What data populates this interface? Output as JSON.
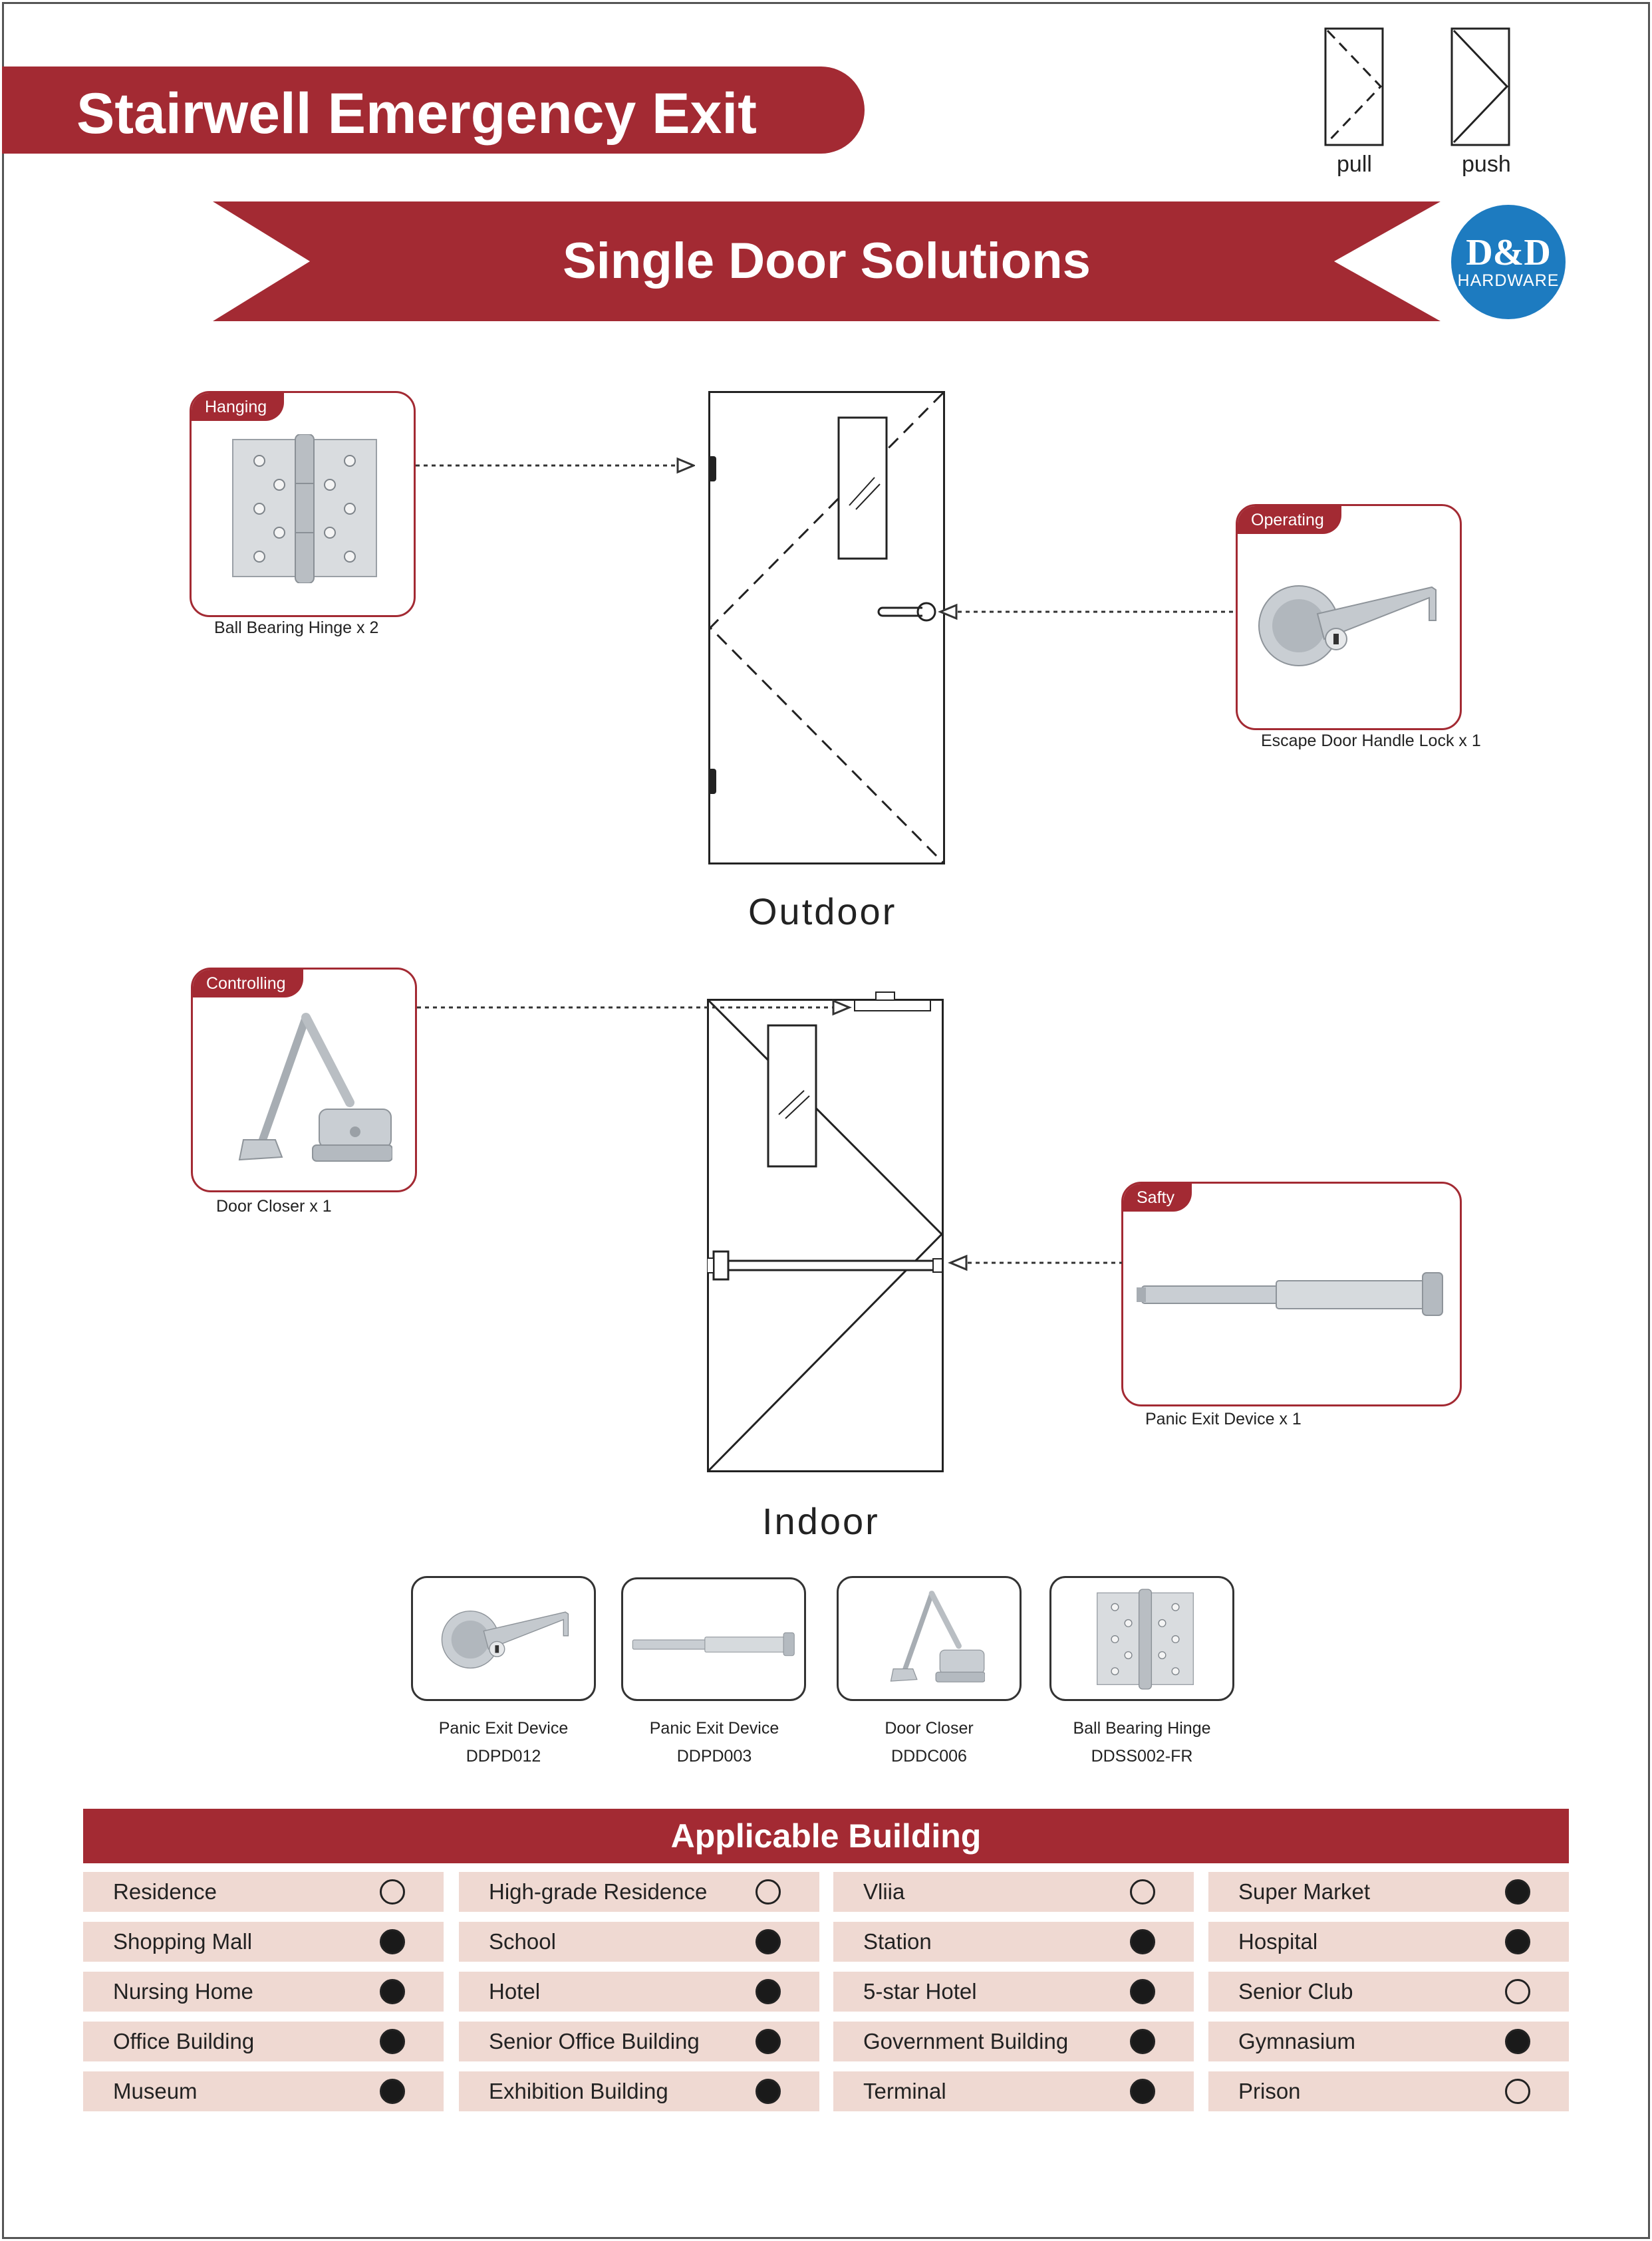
{
  "header": {
    "title": "Stairwell Emergency Exit",
    "pull_label": "pull",
    "push_label": "push"
  },
  "ribbon": {
    "title": "Single Door Solutions"
  },
  "logo": {
    "line1": "D&D",
    "line2": "HARDWARE"
  },
  "outdoor": {
    "label": "Outdoor",
    "hanging": {
      "tag": "Hanging",
      "caption": "Ball Bearing Hinge x 2"
    },
    "operating": {
      "tag": "Operating",
      "caption": "Escape Door Handle Lock  x 1"
    }
  },
  "indoor": {
    "label": "Indoor",
    "controlling": {
      "tag": "Controlling",
      "caption": "Door Closer x 1"
    },
    "safety": {
      "tag": "Safty",
      "caption": "Panic Exit Device x 1"
    }
  },
  "products": [
    {
      "name": "Panic Exit Device",
      "code": "DDPD012",
      "icon": "lever-handle-icon"
    },
    {
      "name": "Panic Exit Device",
      "code": "DDPD003",
      "icon": "panic-bar-icon"
    },
    {
      "name": "Door Closer",
      "code": "DDDC006",
      "icon": "door-closer-icon"
    },
    {
      "name": "Ball Bearing Hinge",
      "code": "DDSS002-FR",
      "icon": "hinge-icon"
    }
  ],
  "applicable": {
    "title": "Applicable Building",
    "rows": [
      [
        {
          "name": "Residence",
          "applicable": false
        },
        {
          "name": "High-grade Residence",
          "applicable": false
        },
        {
          "name": "Vliia",
          "applicable": false
        },
        {
          "name": "Super Market",
          "applicable": true
        }
      ],
      [
        {
          "name": "Shopping Mall",
          "applicable": true
        },
        {
          "name": "School",
          "applicable": true
        },
        {
          "name": "Station",
          "applicable": true
        },
        {
          "name": "Hospital",
          "applicable": true
        }
      ],
      [
        {
          "name": "Nursing Home",
          "applicable": true
        },
        {
          "name": "Hotel",
          "applicable": true
        },
        {
          "name": "5-star Hotel",
          "applicable": true
        },
        {
          "name": "Senior Club",
          "applicable": false
        }
      ],
      [
        {
          "name": "Office Building",
          "applicable": true
        },
        {
          "name": "Senior Office Building",
          "applicable": true
        },
        {
          "name": "Government Building",
          "applicable": true
        },
        {
          "name": "Gymnasium",
          "applicable": true
        }
      ],
      [
        {
          "name": "Museum",
          "applicable": true
        },
        {
          "name": "Exhibition Building",
          "applicable": true
        },
        {
          "name": "Terminal",
          "applicable": true
        },
        {
          "name": "Prison",
          "applicable": false
        }
      ]
    ]
  }
}
